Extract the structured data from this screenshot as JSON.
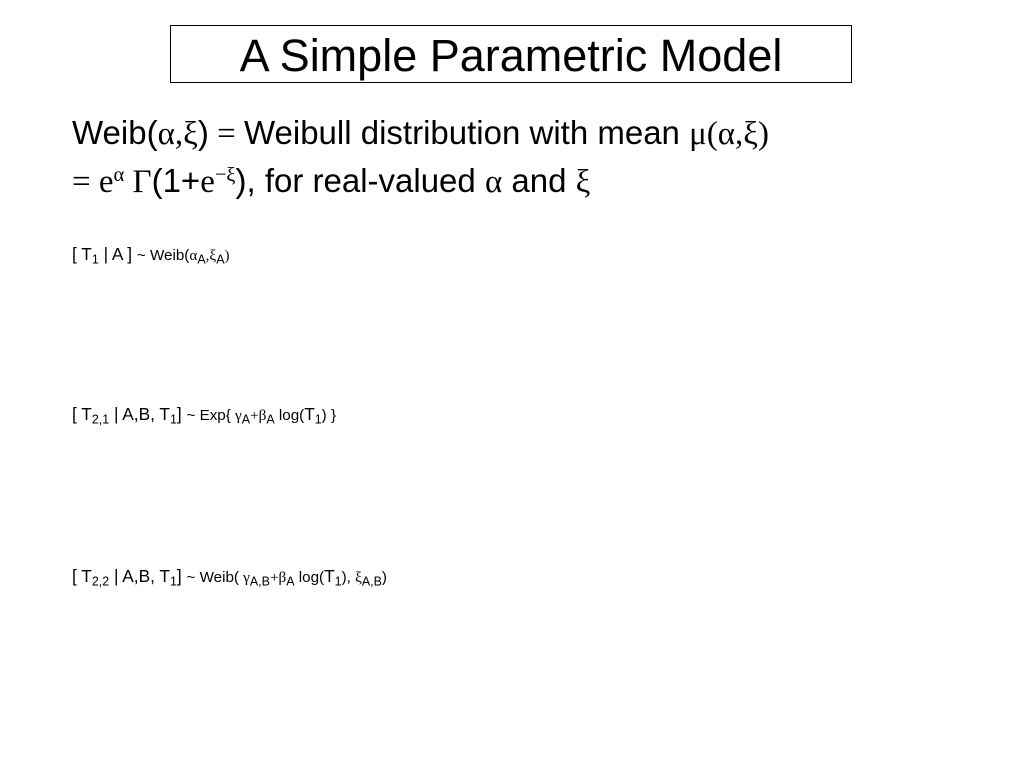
{
  "slide": {
    "title": "A Simple Parametric Model",
    "definition": {
      "l1_a": "Weib(",
      "l1_greek_args": "α,ξ",
      "l1_b": ")",
      "l1_eq": " = ",
      "l1_c": "Weibull distribution with mean ",
      "l1_mu_expr": "μ(α,ξ)",
      "l2_eq": "= ",
      "l2_e1": "e",
      "l2_alpha_sup": "α",
      "l2_gamma": " Γ",
      "l2_b": "(1+",
      "l2_e2": "e",
      "l2_sup2": "−ξ",
      "l2_c": "), for real-valued ",
      "l2_alpha": "α",
      "l2_and": " and ",
      "l2_xi": "ξ"
    },
    "eq1": {
      "lhs_open": "[ T",
      "lhs_sub": "1",
      "lhs_rest": " | A ] ",
      "tilde": "~ ",
      "dist": "Weib(",
      "alpha": "α",
      "alpha_sub": "A",
      "comma": ",",
      "xi": "ξ",
      "xi_sub": "A",
      "close": ")"
    },
    "eq2": {
      "lhs_open": "[ T",
      "lhs_sub": "2,1",
      "lhs_mid": " | A,B, T",
      "lhs_sub2": "1",
      "lhs_close": "] ",
      "tilde": "~ ",
      "dist": "Exp{ ",
      "gamma": "γ",
      "gamma_sub": "A",
      "plus": "+",
      "beta": "β",
      "beta_sub": "A",
      "log": " log(",
      "T": "T",
      "T_sub": "1",
      "close": ") }"
    },
    "eq3": {
      "lhs_open": "[ T",
      "lhs_sub": "2,2",
      "lhs_mid": " | A,B, T",
      "lhs_sub2": "1",
      "lhs_close": "] ",
      "tilde": "~ ",
      "dist": "Weib( ",
      "gamma": "γ",
      "gamma_sub": "A,B",
      "plus": "+",
      "beta": "β",
      "beta_sub": "A",
      "log": " log(",
      "T": "T",
      "T_sub": "1",
      "mid": "), ",
      "xi": "ξ",
      "xi_sub": "A,B",
      "close": ")"
    }
  }
}
